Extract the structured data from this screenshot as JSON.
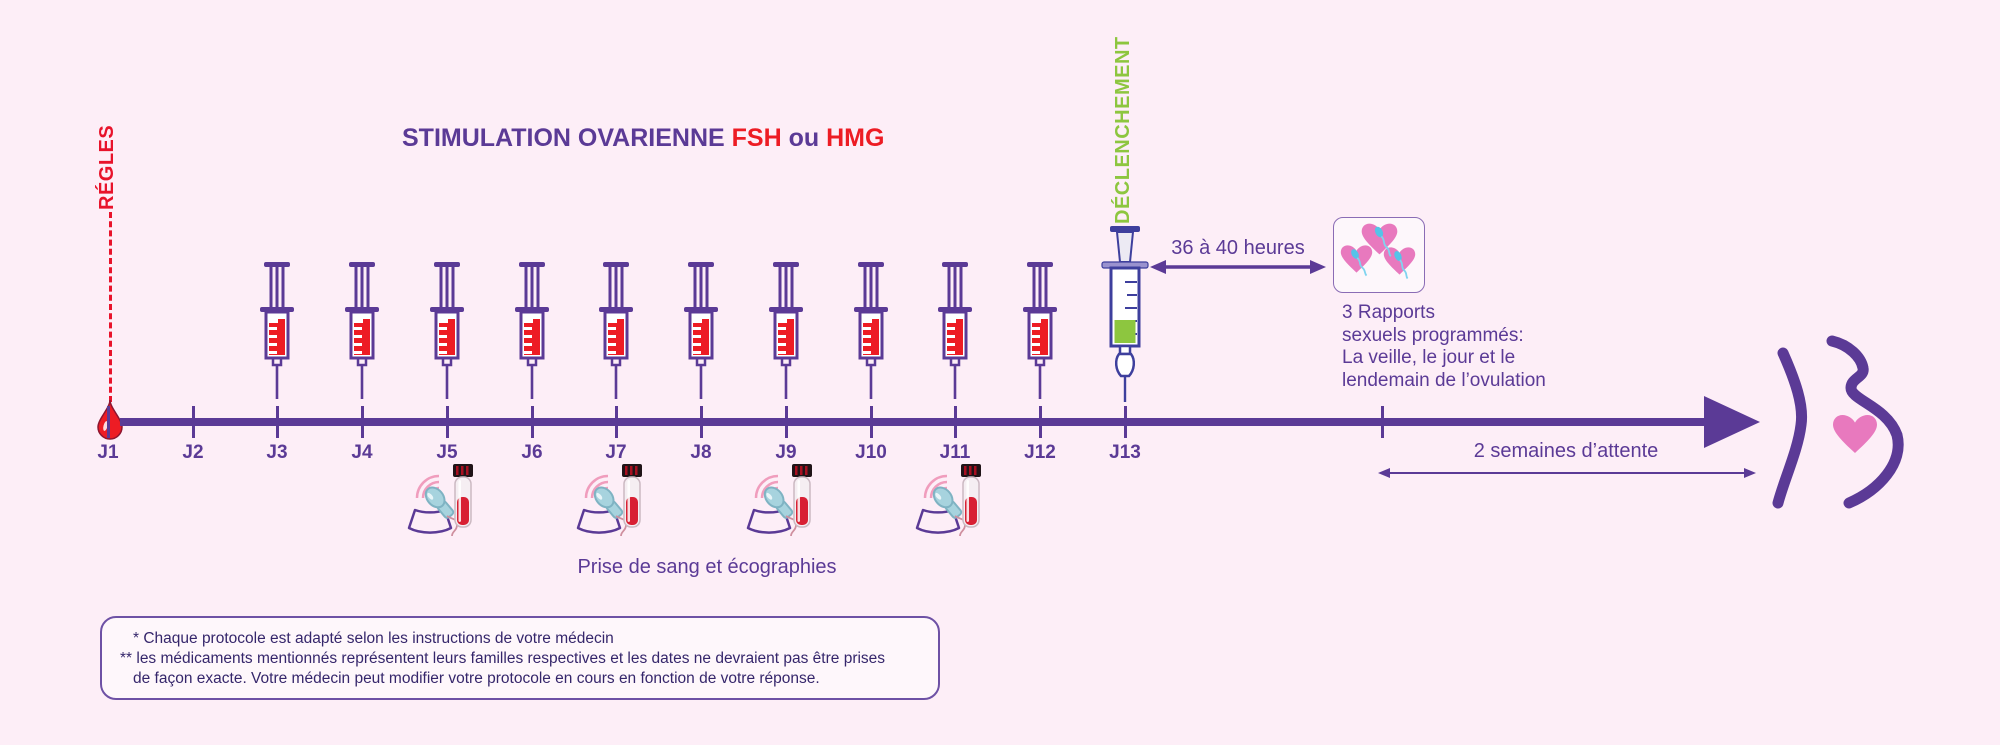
{
  "page": {
    "background": "#fdeef7"
  },
  "colors": {
    "purple": "#5b3a96",
    "red": "#ed1c24",
    "green": "#8dc63f",
    "heart_pink": "#e879be",
    "sperm_teal": "#55c3e8",
    "footnote_text": "#35266b"
  },
  "labels": {
    "regles": "RÉGLES",
    "declenchement": "DÉCLENCHEMENT",
    "title_main": "STIMULATION OVARIENNE",
    "title_fsh": "FSH",
    "title_ou": "ou",
    "title_hmg": "HMG",
    "hours_arrow": "36 à 40 heures",
    "rapports": "3 Rapports\nsexuels programmés:\nLa veille, le jour et le\nlendemain de l’ovulation",
    "deux_semaines": "2 semaines d’attente",
    "prise_de_sang": "Prise de sang et écographies"
  },
  "timeline": {
    "days": [
      "J1",
      "J2",
      "J3",
      "J4",
      "J5",
      "J6",
      "J7",
      "J8",
      "J9",
      "J10",
      "J11",
      "J12",
      "J13"
    ],
    "injection_days": [
      "J3",
      "J4",
      "J5",
      "J6",
      "J7",
      "J8",
      "J9",
      "J10",
      "J11",
      "J12"
    ],
    "trigger_day": "J13",
    "monitoring_days": [
      "J5",
      "J7",
      "J9",
      "J11"
    ]
  },
  "footnote": {
    "line1": "* Chaque protocole est adapté selon les instructions de votre médecin",
    "line2": "** les médicaments mentionnés représentent leurs familles respectives et les dates ne devraient pas être prises",
    "line3": "de façon exacte. Votre médecin peut modifier votre protocole en cours en fonction de votre réponse."
  }
}
